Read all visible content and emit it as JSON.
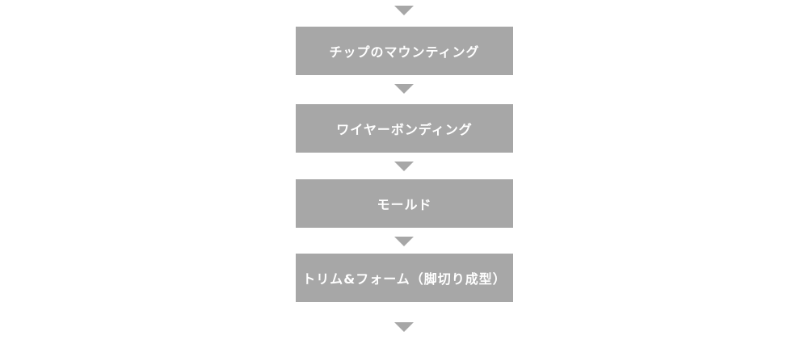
{
  "flow": {
    "steps": [
      {
        "label": "チップのマウンティング"
      },
      {
        "label": "ワイヤーボンディング"
      },
      {
        "label": "モールド"
      },
      {
        "label": "トリム&フォーム（脚切り成型）"
      }
    ],
    "colors": {
      "box": "#a7a7a7",
      "text": "#ffffff",
      "arrow": "#a7a7a7",
      "background": "#ffffff"
    }
  }
}
